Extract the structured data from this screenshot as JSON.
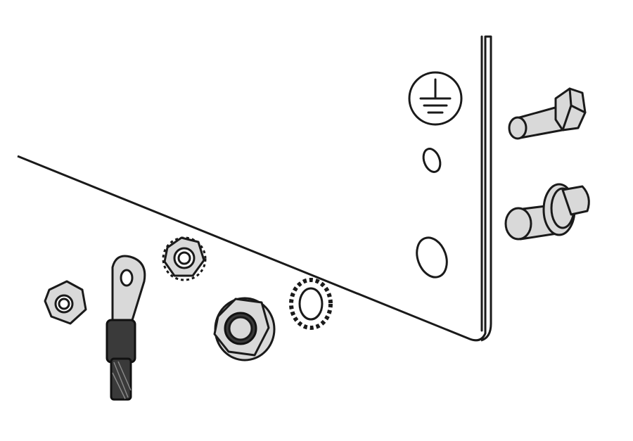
{
  "diagram": {
    "parts": [
      {
        "id": "panel",
        "icon": "ground-symbol-icon"
      },
      {
        "id": "hex-nut"
      },
      {
        "id": "ring-terminal-cable"
      },
      {
        "id": "kep-nut"
      },
      {
        "id": "flange-nut"
      },
      {
        "id": "star-washer"
      },
      {
        "id": "hex-bolt"
      },
      {
        "id": "ground-stud"
      }
    ],
    "colors": {
      "line": "#1a1a1a",
      "fill": "#d9d9d9",
      "cable": "#3a3a3a",
      "background": "#ffffff"
    }
  }
}
